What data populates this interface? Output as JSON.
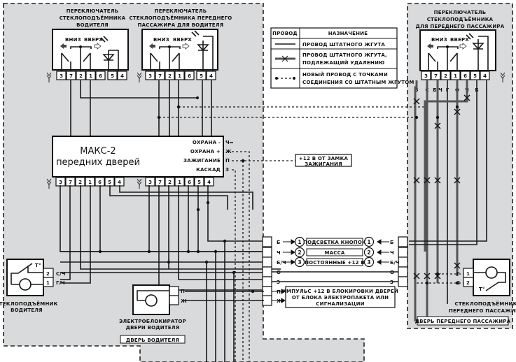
{
  "zones": {
    "driver_door": "ДВЕРЬ ВОДИТЕЛЯ",
    "passenger_door": "ДВЕРЬ ПЕРЕДНЕГО ПАССАЖИРА"
  },
  "switches": {
    "driver": {
      "title_lines": [
        "ПЕРЕКЛЮЧАТЕЛЬ",
        "СТЕКЛОПОДЪЁМНИКА",
        "ВОДИТЕЛЯ"
      ],
      "down": "ВНИЗ",
      "up": "ВВЕРХ",
      "pins": [
        "3",
        "7",
        "2",
        "1",
        "6",
        "5",
        "4"
      ]
    },
    "passenger_for_driver": {
      "title_lines": [
        "ПЕРЕКЛЮЧАТЕЛЬ",
        "СТЕКЛОПОДЪЁМНИКА ПЕРЕДНЕГО",
        "ПАССАЖИРА ДЛЯ ВОДИТЕЛЯ"
      ],
      "down": "ВНИЗ",
      "up": "ВВЕРХ",
      "pins": [
        "3",
        "7",
        "2",
        "1",
        "6",
        "5",
        "4"
      ]
    },
    "passenger": {
      "title_lines": [
        "ПЕРЕКЛЮЧАТЕЛЬ",
        "СТЕКЛОПОДЪЁМНИКА",
        "ДЛЯ ПЕРЕДНЕГО ПАССАЖИРА"
      ],
      "down": "ВНИЗ",
      "up": "ВВЕРХ",
      "pins": [
        "3",
        "7",
        "2",
        "1",
        "6",
        "5",
        "4"
      ],
      "wire_colors": [
        "З",
        "С",
        "Б/Ч",
        "Г",
        "О",
        "Ч",
        "Б"
      ]
    }
  },
  "legend": {
    "col_wire": "ПРОВОД",
    "col_purpose": "НАЗНАЧЕНИЕ",
    "rows": [
      {
        "icon": "solid-wire",
        "text_lines": [
          "ПРОВОД ШТАТНОГО ЖГУТА"
        ]
      },
      {
        "icon": "crossed-wire",
        "text_lines": [
          "ПРОВОД ШТАТНОГО ЖГУТА,",
          "ПОДЛЕЖАЩИЙ УДАЛЕНИЮ"
        ]
      },
      {
        "icon": "dotted-wire",
        "text_lines": [
          "НОВЫЙ ПРОВОД С ТОЧКАМИ",
          "СОЕДИНЕНИЯ СО ШТАТНЫМ ЖГУТОМ"
        ]
      }
    ]
  },
  "maks": {
    "title": "МАКС-2",
    "subtitle": "передних дверей",
    "outputs": [
      {
        "label": "ОХРАНА -",
        "wire": "Ч"
      },
      {
        "label": "ОХРАНА +",
        "wire": "Ж"
      },
      {
        "label": "ЗАЖИГАНИЕ",
        "wire": "П"
      },
      {
        "label": "КАСКАД",
        "wire": "З"
      }
    ],
    "pins_left": [
      "3",
      "7",
      "2",
      "1",
      "6",
      "5",
      "4"
    ],
    "pins_right": [
      "3",
      "7",
      "2",
      "1",
      "6",
      "5",
      "4"
    ]
  },
  "ignition_box": {
    "lines": [
      "+12 В ОТ ЗАМКА",
      "ЗАЖИГАНИЯ"
    ]
  },
  "connector": {
    "left_wires": [
      "Б",
      "Ч",
      "Б/Ч",
      "О",
      "З",
      "П",
      "Ж"
    ],
    "right_wires": [
      "Б",
      "Ч",
      "Б/Ч",
      "О",
      "З"
    ],
    "signals": [
      {
        "num": "1",
        "label": "ПОДСВЕТКА КНОПОК"
      },
      {
        "num": "2",
        "label": "МАССА"
      },
      {
        "num": "3",
        "label": "ПОСТОЯННЫЕ +12 В"
      }
    ],
    "pulse_box": [
      "ИМПУЛЬС +12 В БЛОКИРОВКИ ДВЕРЕЙ",
      "ОТ БЛОКА ЭЛЕКТРОПАКЕТА ИЛИ",
      "СИГНАЛИЗАЦИИ"
    ]
  },
  "driver_motor": {
    "title_lines": [
      "СТЕКЛОПОДЪЁМНИК",
      "ВОДИТЕЛЯ"
    ],
    "pins": [
      "2",
      "1"
    ],
    "wires": [
      "С/Ч",
      "Г/Ч"
    ],
    "temp": "T°"
  },
  "lock_actuator": {
    "title_lines": [
      "ЭЛЕКТРОБЛОКИРАТОР",
      "ДВЕРИ ВОДИТЕЛЯ"
    ],
    "wires": [
      "П",
      "Ж"
    ]
  },
  "passenger_motor": {
    "title_lines": [
      "СТЕКЛОПОДЪЁМНИК",
      "ПЕРЕДНЕГО ПАССАЖИРА"
    ],
    "pins": [
      "1",
      "2"
    ],
    "wires": [
      "Г",
      "С"
    ],
    "temp": "T°",
    "side_wires": [
      "З",
      "О",
      "С",
      "Г"
    ]
  }
}
